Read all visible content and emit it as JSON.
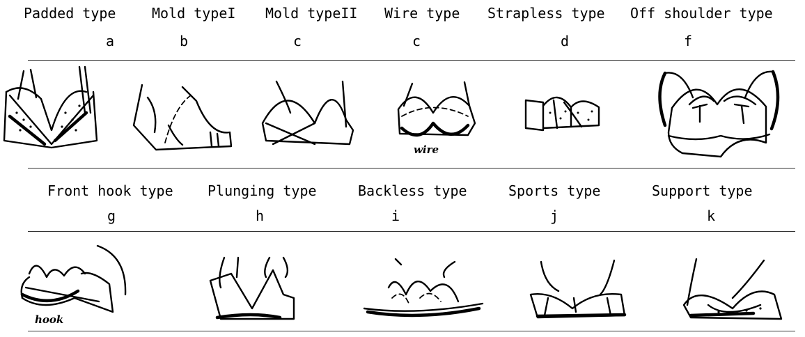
{
  "row1": {
    "titles": [
      "Padded type",
      "Mold typeI",
      "Mold typeII",
      "Wire type",
      "Strapless type",
      "Off shoulder type"
    ],
    "letters": [
      "a",
      "b",
      "c",
      "c",
      "d",
      "f"
    ]
  },
  "row2": {
    "titles": [
      "Front hook type",
      "Plunging type",
      "Backless type",
      "Sports type",
      "Support type"
    ],
    "letters": [
      "g",
      "h",
      "i",
      "j",
      "k"
    ]
  },
  "annotations": {
    "wire": "wire",
    "hook": "hook"
  }
}
